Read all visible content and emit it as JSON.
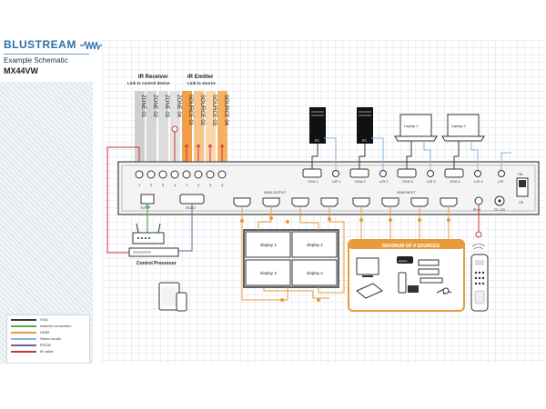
{
  "brand": {
    "logo_text": "BLUSTREAM",
    "subtitle": "Example Schematic",
    "model": "MX44VW"
  },
  "legend": [
    {
      "label": "VGA",
      "color": "#3a3a3a"
    },
    {
      "label": "network connection",
      "color": "#5aa95a"
    },
    {
      "label": "HDMI",
      "color": "#e89a3c"
    },
    {
      "label": "Stereo Audio",
      "color": "#8ab4e0"
    },
    {
      "label": "RS232",
      "color": "#7d5aa6"
    },
    {
      "label": "IR cable",
      "color": "#d03535"
    }
  ],
  "ir": {
    "receiver_title": "IR Receiver",
    "receiver_sub": "Link to control device",
    "emitter_title": "IR Emitter",
    "emitter_sub": "Link to source",
    "zones": [
      "ZONE 01",
      "ZONE 02",
      "ZONE 03",
      "ZONE 04"
    ],
    "sources": [
      "SOURCE 01",
      "SOURCE 02",
      "SOURCE 03",
      "SOURCE 04"
    ],
    "port_numbers": [
      "1",
      "2",
      "3",
      "4",
      "1",
      "2",
      "3",
      "4"
    ]
  },
  "matrix": {
    "ports": {
      "tcpip": "TCP/IP",
      "rs232": "RS232",
      "hdmi_output": "HDMI OUTPUT",
      "hdmi_input": "HDMI INPUT",
      "ir_in": "IR IN",
      "dc": "DC 12V",
      "on": "ON",
      "off": "Off"
    },
    "vga_inputs": [
      "VGA 1",
      "VGA 2",
      "VGA 3",
      "VGA 4"
    ],
    "audio_inputs": [
      "L/R 1",
      "L/R 2",
      "L/R 3",
      "L/R 4"
    ],
    "audio_port_labels": [
      "L/R",
      "L/R",
      "L/R",
      "L/R",
      "L/R"
    ]
  },
  "sources": {
    "laptops": [
      "Laptop 1",
      "Laptop 2"
    ],
    "pc_labels": [
      "PC",
      "PC"
    ],
    "max_label": "MAXIMUM OF 4 SOURCES",
    "appletv": "appletv"
  },
  "displays": [
    "display 1",
    "display 2",
    "display 3",
    "display 4"
  ],
  "control": {
    "label": "Control Processor"
  },
  "colors": {
    "hdmi": "#e89a3c",
    "network": "#5aa95a",
    "ir": "#d03535",
    "audio": "#8ab4e0",
    "vga": "#3a3a3a",
    "brand": "#2f6fa8"
  }
}
